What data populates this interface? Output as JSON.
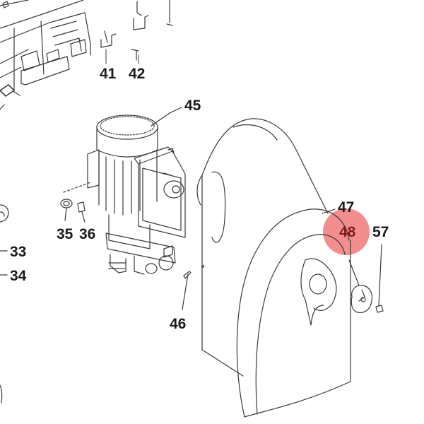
{
  "highlight": {
    "part": "48",
    "color": "#f07a7a"
  },
  "callouts": [
    {
      "id": "41",
      "label": "41"
    },
    {
      "id": "42",
      "label": "42"
    },
    {
      "id": "45",
      "label": "45"
    },
    {
      "id": "47",
      "label": "47"
    },
    {
      "id": "48",
      "label": "48"
    },
    {
      "id": "57",
      "label": "57"
    },
    {
      "id": "35",
      "label": "35"
    },
    {
      "id": "36",
      "label": "36"
    },
    {
      "id": "33",
      "label": "33"
    },
    {
      "id": "34",
      "label": "34"
    },
    {
      "id": "46",
      "label": "46"
    }
  ]
}
